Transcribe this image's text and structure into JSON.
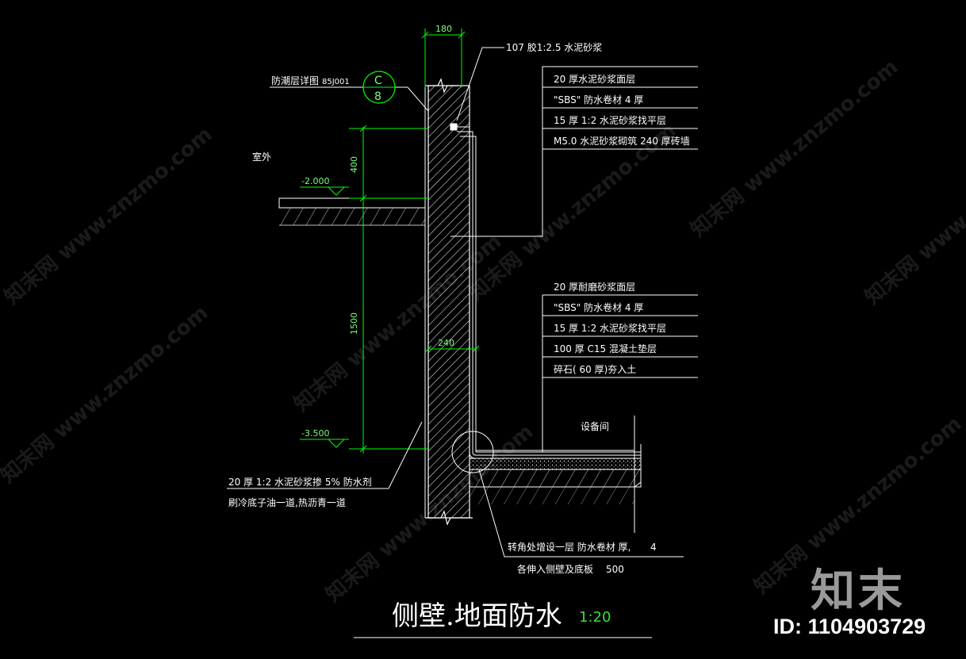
{
  "dimensions": {
    "wall_top": "180",
    "height_upper": "400",
    "height_lower": "1500",
    "wall_thickness": "240"
  },
  "levels": {
    "level_upper": "-2.000",
    "level_lower": "-3.500"
  },
  "labels": {
    "mortar_top": "107 胶1:2.5  水泥砂浆",
    "damp_proof_detail": "防潮层详图",
    "detail_ref": "85J001",
    "detail_circle_top": "C",
    "detail_circle_bottom": "8",
    "outside": "室外",
    "equipment_room": "设备间"
  },
  "wall_layers": [
    "20 厚水泥砂浆面层",
    "\"SBS\" 防水卷材   4 厚",
    "15 厚 1:2  水泥砂浆找平层",
    "M5.0  水泥砂浆砌筑    240  厚砖墙"
  ],
  "floor_layers": [
    "20 厚耐磨砂浆面层",
    "\"SBS\" 防水卷材   4 厚",
    "15 厚 1:2  水泥砂浆找平层",
    "100  厚 C15  混凝土垫层",
    "碎石( 60 厚)夯入土"
  ],
  "notes": {
    "plaster_line1": "20 厚 1:2  水泥砂浆掺    5% 防水剂",
    "plaster_line2": "刷冷底子油一道,热沥青一道",
    "corner_line1": "转角处增设一层    防水卷材  厚,",
    "corner_thickness": "4",
    "corner_line2": "各伸入侧壁及底板",
    "corner_length": "500"
  },
  "title": "侧壁.地面防水",
  "scale": "1:20",
  "watermark": {
    "text": "知末网 www.znzmo.com",
    "logo": "知末",
    "id": "ID: 1104903729"
  },
  "colors": {
    "background": "#000000",
    "lines": "#ffffff",
    "dimension": "#00ff00",
    "scale_text": "#38e038"
  }
}
